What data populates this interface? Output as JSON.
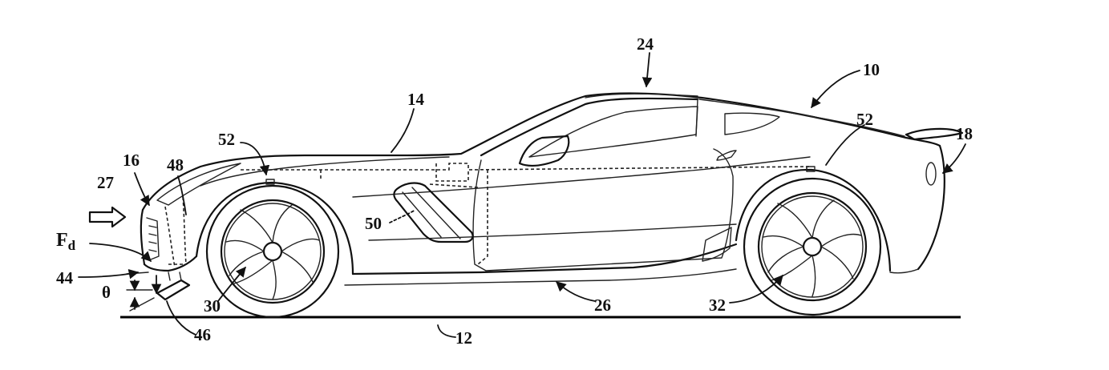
{
  "labels": {
    "car": "10",
    "ground": "12",
    "body": "14",
    "front_end": "16",
    "rear_end": "18",
    "roof": "24",
    "underbody": "26",
    "airflow": "27",
    "front_wheel": "30",
    "rear_wheel": "32",
    "splitter": "44",
    "deflector": "46",
    "duct": "48",
    "side_vent": "50",
    "sensor_front": "52",
    "sensor_rear": "52",
    "force": "F",
    "force_sub": "d",
    "angle": "θ"
  }
}
